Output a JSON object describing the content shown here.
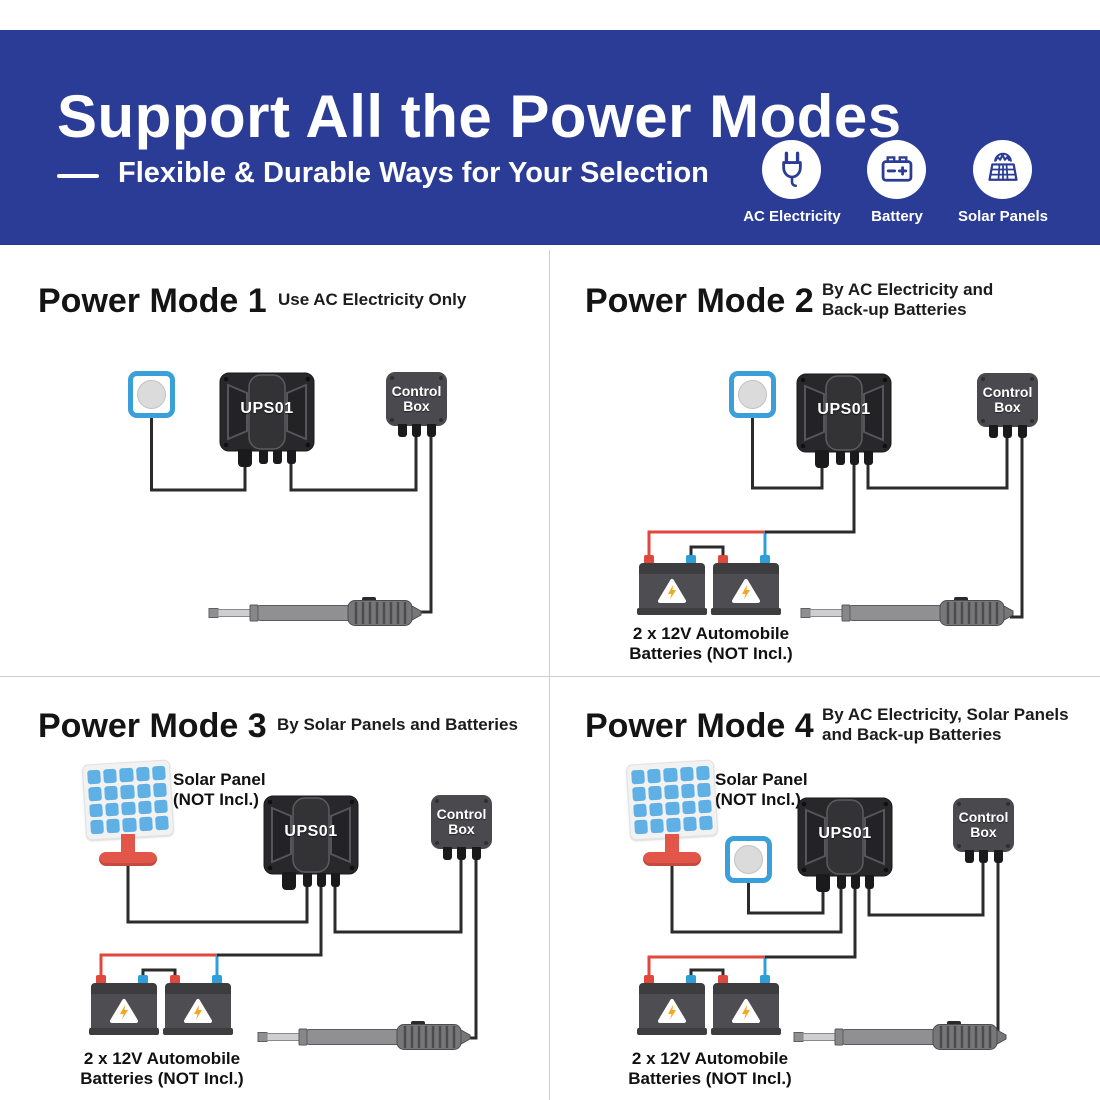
{
  "header": {
    "title": "Support All the Power Modes",
    "subtitle": "Flexible & Durable Ways for Your Selection",
    "icons": [
      {
        "name": "ac-electricity-icon",
        "label": "AC Electricity"
      },
      {
        "name": "battery-icon",
        "label": "Battery"
      },
      {
        "name": "solar-panels-icon",
        "label": "Solar Panels"
      }
    ]
  },
  "modes": [
    {
      "title": "Power Mode 1",
      "subtitle": "Use AC Electricity Only",
      "subtitle2": ""
    },
    {
      "title": "Power Mode 2",
      "subtitle": "By AC Electricity and",
      "subtitle2": "Back-up Batteries"
    },
    {
      "title": "Power Mode 3",
      "subtitle": "By Solar Panels and Batteries",
      "subtitle2": ""
    },
    {
      "title": "Power Mode 4",
      "subtitle": "By AC Electricity, Solar Panels",
      "subtitle2": "and Back-up Batteries"
    }
  ],
  "labels": {
    "ups": "UPS01",
    "control_box": "Control Box",
    "battery_caption_1": "2 x 12V Automobile",
    "battery_caption_2": "Batteries (NOT Incl.)",
    "solar_caption_1": "Solar Panel",
    "solar_caption_2": "(NOT Incl.)"
  },
  "colors": {
    "brand_blue": "#2b3c96",
    "wire_black": "#2b2b2b",
    "wire_red": "#e0473d",
    "wire_blue": "#309fd9",
    "outlet_blue": "#3b9fd9",
    "cell_blue": "#5fb0e5",
    "stand_red": "#e25549",
    "bolt_orange": "#f5a623"
  }
}
